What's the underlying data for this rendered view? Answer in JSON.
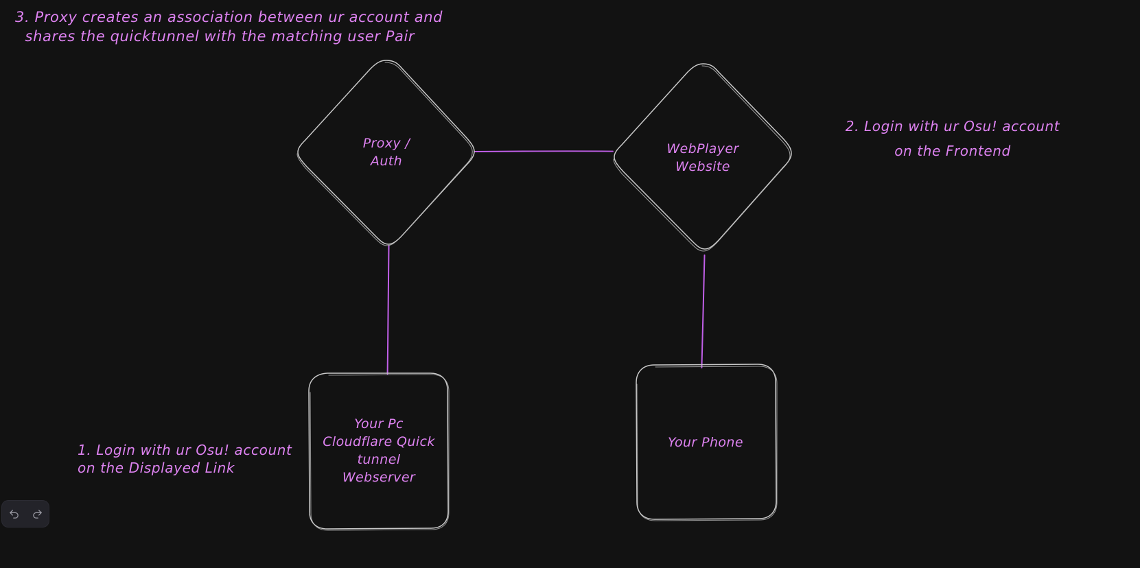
{
  "canvas": {
    "background_color": "#121212",
    "stroke_color": "#c8c8c8",
    "accent_color": "#c05fe8",
    "text_color": "#dd82f0"
  },
  "annotations": {
    "step3": "3. Proxy creates an association between ur account and\n  shares the quicktunnel with the matching user Pair",
    "step2": "2. Login with ur Osu! account\non the Frontend",
    "step1": "1. Login with ur Osu! account\non the Displayed Link"
  },
  "nodes": {
    "proxy_auth": {
      "label": "Proxy /\nAuth",
      "shape": "diamond"
    },
    "webplayer_website": {
      "label": "WebPlayer\nWebsite",
      "shape": "diamond"
    },
    "your_pc": {
      "label": "Your Pc\nCloudflare Quick\ntunnel\nWebserver",
      "shape": "rounded-rectangle"
    },
    "your_phone": {
      "label": "Your Phone",
      "shape": "rounded-rectangle"
    }
  },
  "connectors": [
    {
      "name": "proxy-to-webplayer",
      "from": "proxy_auth",
      "to": "webplayer_website",
      "color": "#c05fe8"
    },
    {
      "name": "proxy-to-your-pc",
      "from": "proxy_auth",
      "to": "your_pc",
      "color": "#c05fe8"
    },
    {
      "name": "webplayer-to-your-phone",
      "from": "webplayer_website",
      "to": "your_phone",
      "color": "#c05fe8"
    }
  ],
  "toolbar": {
    "undo_label": "Undo",
    "redo_label": "Redo",
    "undo_icon": "undo-arrow-icon",
    "redo_icon": "redo-arrow-icon"
  }
}
